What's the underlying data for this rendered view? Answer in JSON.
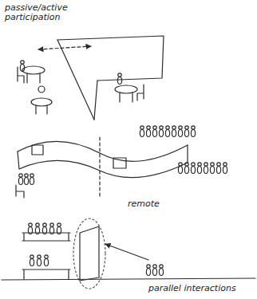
{
  "diagram": {
    "labels": [
      "passive/active participation",
      "remote",
      "parallel interactions"
    ]
  }
}
